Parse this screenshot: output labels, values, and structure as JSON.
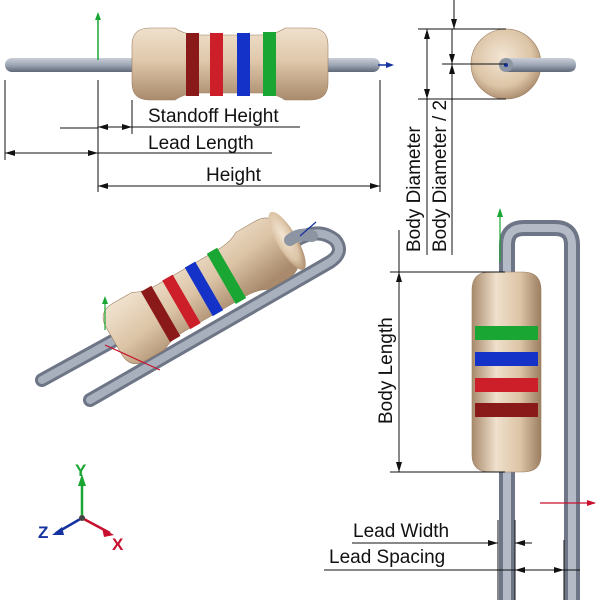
{
  "labels": {
    "standoff_height": "Standoff Height",
    "lead_length": "Lead Length",
    "height": "Height",
    "body_diameter": "Body Diameter",
    "body_diameter_half": "Body Diameter / 2",
    "body_length": "Body Length",
    "lead_width": "Lead Width",
    "lead_spacing": "Lead Spacing"
  },
  "triad": {
    "y": "Y",
    "z": "Z",
    "x": "X"
  },
  "colors": {
    "body": "#dcc4a6",
    "body_shade": "#a8896a",
    "lead": "#9ea6b4",
    "lead_shade": "#6d7586",
    "band_red": "#cc1f2a",
    "band_dark_red": "#8a1a1a",
    "band_blue": "#1432c8",
    "band_green": "#1aa632",
    "axis_x": "#c8102e",
    "axis_y": "#1aa632",
    "axis_z": "#1432a0"
  }
}
